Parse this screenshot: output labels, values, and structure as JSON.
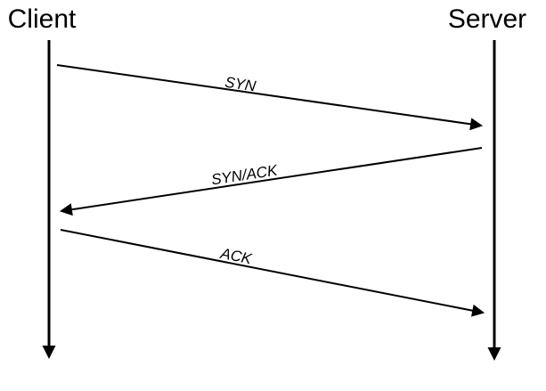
{
  "diagram": {
    "type": "sequence",
    "actors": [
      {
        "label": "Client"
      },
      {
        "label": "Server"
      }
    ],
    "messages": [
      {
        "label": "SYN",
        "from": "Client",
        "to": "Server"
      },
      {
        "label": "SYN/ACK",
        "from": "Server",
        "to": "Client"
      },
      {
        "label": "ACK",
        "from": "Client",
        "to": "Server"
      }
    ],
    "colors": {
      "stroke": "#000000",
      "text": "#000000",
      "background": "#ffffff"
    }
  }
}
